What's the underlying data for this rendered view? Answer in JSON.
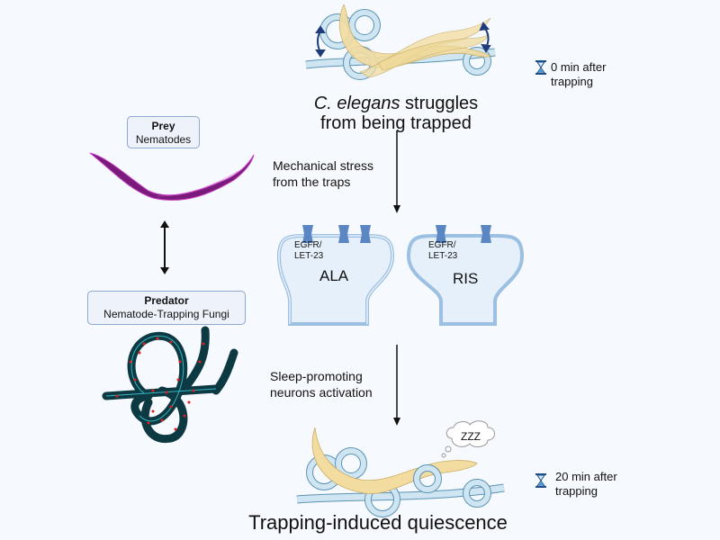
{
  "top_panel": {
    "caption_italic": "C. elegans",
    "caption_rest": " struggles",
    "caption_line2": "from being trapped",
    "time_label_line1": "0 min after",
    "time_label_line2": "trapping",
    "time_icon": "hourglass-icon"
  },
  "prey_box": {
    "title": "Prey",
    "subtitle": "Nematodes"
  },
  "predator_box": {
    "title": "Predator",
    "subtitle": "Nematode-Trapping Fungi"
  },
  "arrows": {
    "first_step_line1": "Mechanical stress",
    "first_step_line2": "from the traps",
    "second_step_line1": "Sleep-promoting",
    "second_step_line2": "neurons activation"
  },
  "neurons": [
    {
      "name": "ALA",
      "receptor_line1": "EGFR/",
      "receptor_line2": "LET-23"
    },
    {
      "name": "RIS",
      "receptor_line1": "EGFR/",
      "receptor_line2": "LET-23"
    }
  ],
  "bottom_panel": {
    "sleep_bubble": "ZZZ",
    "caption": "Trapping-induced quiescence",
    "time_label_line1": "20 min after",
    "time_label_line2": "trapping",
    "time_icon": "hourglass-icon"
  },
  "colors": {
    "worm": "#f2dca0",
    "hyphae": "#cfe6f2",
    "hyphae_stroke": "#5a93b5",
    "receptor": "#5b86c4",
    "prey_worm": "#7a1a7a",
    "fungi": "#0d3a42",
    "fungi_dots": "#e02020",
    "box_border": "#8ea7d3"
  }
}
